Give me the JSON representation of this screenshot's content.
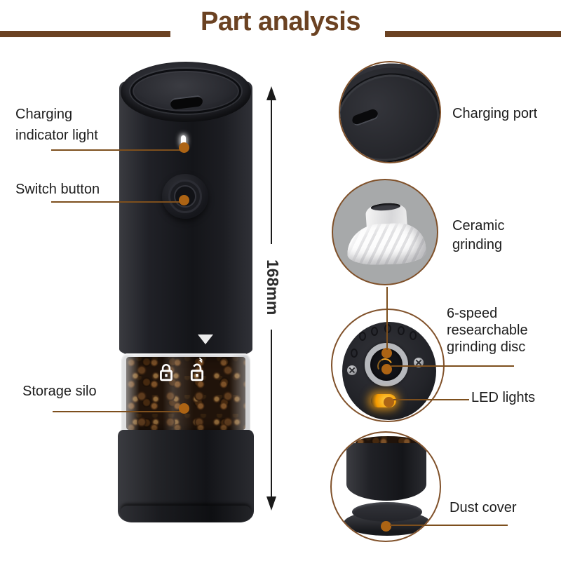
{
  "header": {
    "title": "Part analysis"
  },
  "dimension": {
    "height_label": "168mm"
  },
  "callouts_left": {
    "charging_indicator": {
      "line1": "Charging",
      "line2": "indicator light"
    },
    "switch_button": {
      "label": "Switch button"
    },
    "storage_silo": {
      "label": "Storage silo"
    }
  },
  "details_right": {
    "charging_port": {
      "label": "Charging port"
    },
    "ceramic_grinding": {
      "line1": "Ceramic",
      "line2": "grinding"
    },
    "grinding_disc": {
      "line1": "6-speed",
      "line2": "researchable",
      "line3": "grinding disc"
    },
    "led_lights": {
      "label": "LED lights"
    },
    "dust_cover": {
      "label": "Dust cover"
    }
  },
  "icons": {
    "lock_closed": "padlock-closed-white",
    "lock_open": "padlock-open-white",
    "dose_marker": "white-down-triangle",
    "dimension_arrows": "vertical-double-ended-arrow"
  },
  "colors": {
    "title_brown": "#6b4222",
    "leader_line": "#7d4f1d",
    "callout_dot": "#ad6414",
    "circle_border": "#80512a",
    "led_amber": "#f6a21c",
    "detail_bg_gray": "#a7a9aa"
  }
}
